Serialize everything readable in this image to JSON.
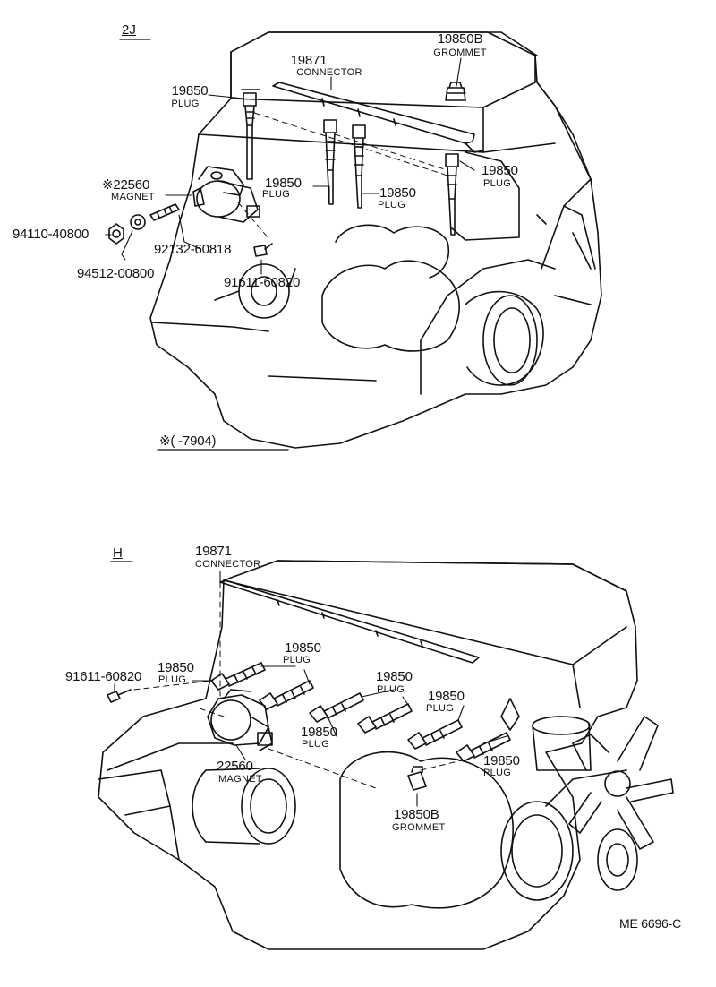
{
  "sections": {
    "top": {
      "label": "2J",
      "note": "※(      -7904)"
    },
    "bottom": {
      "label": "H"
    }
  },
  "top_callouts": {
    "grommet": {
      "number": "19850B",
      "name": "GROMMET"
    },
    "connector": {
      "number": "19871",
      "name": "CONNECTOR"
    },
    "plug_left": {
      "number": "19850",
      "name": "PLUG"
    },
    "plug_right": {
      "number": "19850",
      "name": "PLUG"
    },
    "plug_mid1": {
      "number": "19850",
      "name": "PLUG"
    },
    "plug_mid2": {
      "number": "19850",
      "name": "PLUG"
    },
    "magnet": {
      "number": "※22560",
      "name": "MAGNET"
    },
    "nut": {
      "number": "94110-40800"
    },
    "washer": {
      "number": "94512-00800"
    },
    "stud": {
      "number": "92132-60818"
    },
    "bolt": {
      "number": "91611-60820"
    }
  },
  "bottom_callouts": {
    "connector": {
      "number": "19871",
      "name": "CONNECTOR"
    },
    "bolt": {
      "number": "91611-60820"
    },
    "plug_a": {
      "number": "19850",
      "name": "PLUG"
    },
    "plug_b": {
      "number": "19850",
      "name": "PLUG"
    },
    "plug_c": {
      "number": "19850",
      "name": "PLUG"
    },
    "plug_d": {
      "number": "19850",
      "name": "PLUG"
    },
    "plug_e": {
      "number": "19850",
      "name": "PLUG"
    },
    "plug_f": {
      "number": "19850",
      "name": "PLUG"
    },
    "magnet": {
      "number": "22560",
      "name": "MAGNET"
    },
    "grommet": {
      "number": "19850B",
      "name": "GROMMET"
    }
  },
  "figure_code": "ME 6696-C"
}
